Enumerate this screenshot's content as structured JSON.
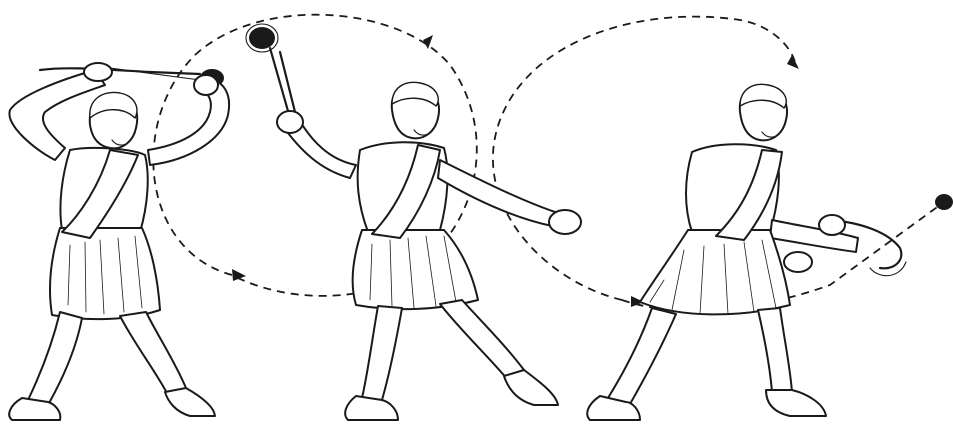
{
  "figure": {
    "stages": [
      {
        "pose": "overhead-wind-up"
      },
      {
        "pose": "side-swing"
      },
      {
        "pose": "release"
      }
    ],
    "icons": {
      "arrowhead": "arrowhead-icon",
      "stone": "sling-stone-icon"
    },
    "colors": {
      "ink": "#1a1a1a",
      "paper": "#ffffff"
    }
  }
}
